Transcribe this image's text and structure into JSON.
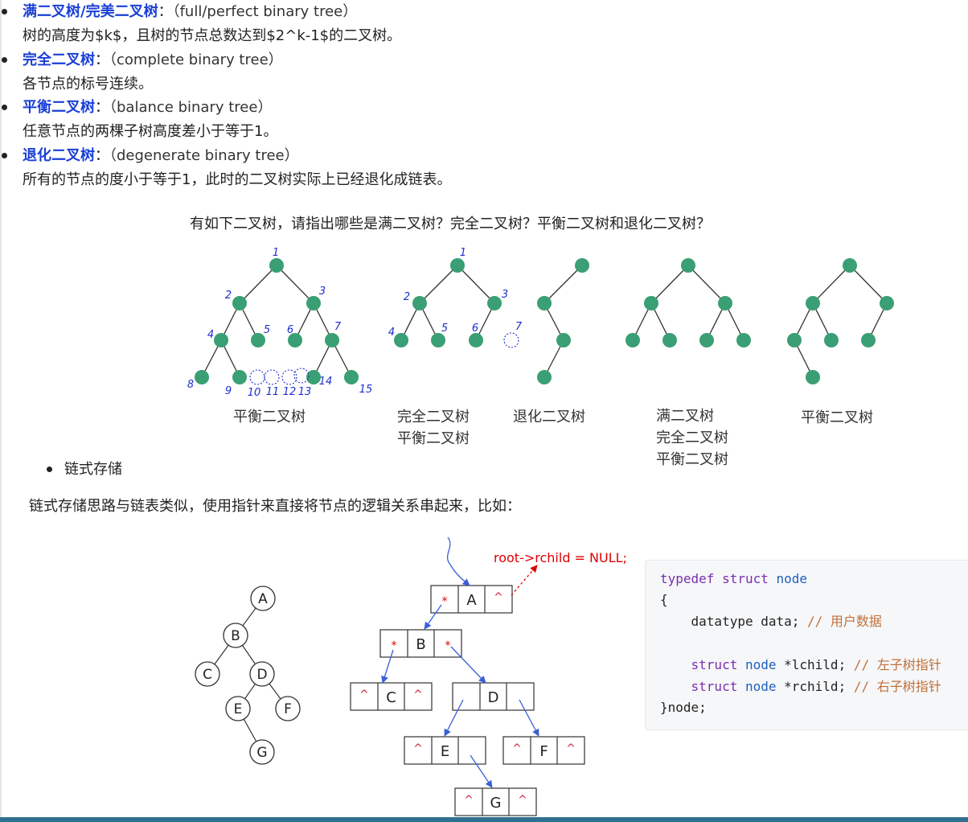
{
  "terms": [
    {
      "name": "满二叉树/完美二叉树",
      "sep": "：",
      "en": "（full/perfect binary tree）",
      "desc": "树的高度为$k$，且树的节点总数达到$2^k-1$的二叉树。"
    },
    {
      "name": "完全二叉树",
      "sep": "：",
      "en": "（complete binary tree）",
      "desc": "各节点的标号连续。"
    },
    {
      "name": "平衡二叉树",
      "sep": "：",
      "en": "（balance binary tree）",
      "desc": "任意节点的两棵子树高度差小于等于1。"
    },
    {
      "name": "退化二叉树",
      "sep": "：",
      "en": "（degenerate binary tree）",
      "desc": "所有的节点的度小于等于1，此时的二叉树实际上已经退化成链表。"
    }
  ],
  "question": "有如下二叉树，请指出哪些是满二叉树？完全二叉树？平衡二叉树和退化二叉树？",
  "tree_labels": {
    "t1": [
      "平衡二叉树"
    ],
    "t2": [
      "完全二叉树",
      "平衡二叉树"
    ],
    "t3": [
      "退化二叉树"
    ],
    "t4": [
      "满二叉树",
      "完全二叉树",
      "平衡二叉树"
    ],
    "t5": [
      "平衡二叉树"
    ]
  },
  "handwritten_numbers": {
    "t1": [
      "1",
      "2",
      "3",
      "4",
      "5",
      "6",
      "7",
      "8",
      "9",
      "10",
      "11",
      "12",
      "13",
      "14",
      "15"
    ],
    "t2": [
      "1",
      "2",
      "3",
      "4",
      "5",
      "6",
      "7"
    ]
  },
  "sub_heading": "链式存储",
  "linked_desc": "链式存储思路与链表类似，使用指针来直接将节点的逻辑关系串起来，比如：",
  "example_tree_nodes": [
    "A",
    "B",
    "C",
    "D",
    "E",
    "F",
    "G"
  ],
  "null_annotation": "root->rchild = NULL;",
  "pointer_symbols": {
    "ptr": "*",
    "null": "^"
  },
  "code": {
    "l1": {
      "kw1": "typedef",
      "kw2": "struct",
      "ty": "node"
    },
    "l2": "{",
    "l3": {
      "code": "    datatype data; ",
      "cm": "// 用户数据"
    },
    "l5": {
      "kw": "    struct",
      "ty": " node",
      "code": " *lchild; ",
      "cm": "// 左子树指针"
    },
    "l6": {
      "kw": "    struct",
      "ty": " node",
      "code": " *rchild; ",
      "cm": "// 右子树指针"
    },
    "l7": "}node;"
  },
  "colors": {
    "node_fill": "#3a9f74",
    "term_blue": "#1a3fd6",
    "handwriting": "#1f2fd0",
    "annotation_red": "#e00000",
    "arrow_blue": "#3a5fd8"
  }
}
